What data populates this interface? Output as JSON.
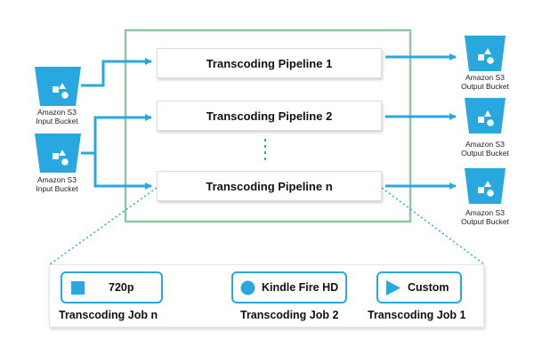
{
  "colors": {
    "accent": "#29a8e0",
    "frame": "#8fc8a0",
    "text": "#111111"
  },
  "pipelines": [
    {
      "label": "Transcoding Pipeline 1"
    },
    {
      "label": "Transcoding Pipeline 2"
    },
    {
      "label": "Transcoding Pipeline n"
    }
  ],
  "input_buckets": [
    {
      "label_line1": "Amazon S3",
      "label_line2": "Input Bucket",
      "icon": "s3-bucket-icon"
    },
    {
      "label_line1": "Amazon S3",
      "label_line2": "Input Bucket",
      "icon": "s3-bucket-icon"
    }
  ],
  "output_buckets": [
    {
      "label_line1": "Amazon S3",
      "label_line2": "Output Bucket",
      "icon": "s3-bucket-icon"
    },
    {
      "label_line1": "Amazon S3",
      "label_line2": "Output Bucket",
      "icon": "s3-bucket-icon"
    },
    {
      "label_line1": "Amazon S3",
      "label_line2": "Output Bucket",
      "icon": "s3-bucket-icon"
    }
  ],
  "jobs": [
    {
      "label": "720p",
      "icon": "square-icon",
      "title": "Transcoding Job n"
    },
    {
      "label": "Kindle Fire HD",
      "icon": "circle-icon",
      "title": "Transcoding Job 2"
    },
    {
      "label": "Custom",
      "icon": "play-icon",
      "title": "Transcoding Job 1"
    }
  ]
}
